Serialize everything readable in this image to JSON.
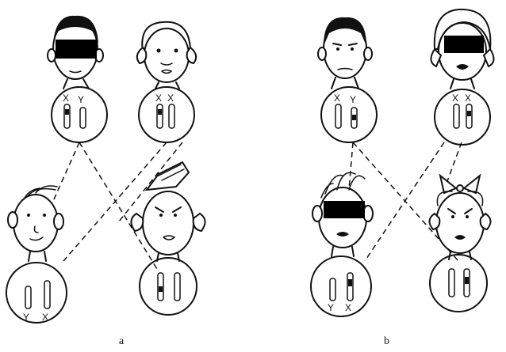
{
  "labels": {
    "a": "a",
    "b": "b"
  },
  "chromosomes": {
    "a_father": {
      "left": "X",
      "right": "Y"
    },
    "a_mother": {
      "left": "X",
      "right": "X"
    },
    "a_son": {
      "left": "Y",
      "right": "X"
    },
    "b_father": {
      "left": "X",
      "right": "Y"
    },
    "b_mother": {
      "left": "X",
      "right": "X"
    },
    "b_son": {
      "left": "Y",
      "right": "X"
    }
  },
  "colors": {
    "ink": "#111111",
    "background": "#ffffff"
  }
}
